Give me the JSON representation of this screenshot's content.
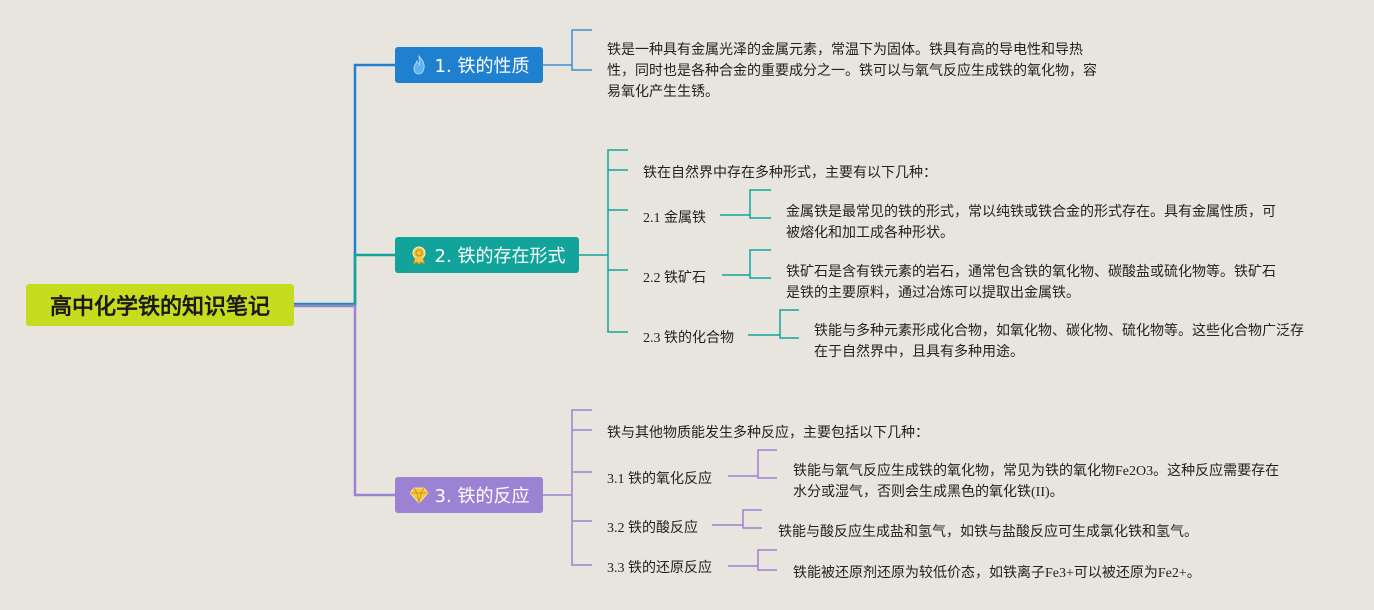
{
  "root": {
    "title": "高中化学铁的知识笔记"
  },
  "branches": [
    {
      "label": "1. 铁的性质",
      "icon": "flame-icon",
      "color": "#1f80d0",
      "text": "铁是一种具有金属光泽的金属元素，常温下为固体。铁具有高的导电性和导热性，同时也是各种合金的重要成分之一。铁可以与氧气反应生成铁的氧化物，容易氧化产生生锈。"
    },
    {
      "label": "2. 铁的存在形式",
      "icon": "medal-icon",
      "color": "#12a49a",
      "intro": "铁在自然界中存在多种形式，主要有以下几种：",
      "subs": [
        {
          "label": "2.1 金属铁",
          "text": "金属铁是最常见的铁的形式，常以纯铁或铁合金的形式存在。具有金属性质，可被熔化和加工成各种形状。"
        },
        {
          "label": "2.2 铁矿石",
          "text": "铁矿石是含有铁元素的岩石，通常包含铁的氧化物、碳酸盐或硫化物等。铁矿石是铁的主要原料，通过冶炼可以提取出金属铁。"
        },
        {
          "label": "2.3 铁的化合物",
          "text": "铁能与多种元素形成化合物，如氧化物、碳化物、硫化物等。这些化合物广泛存在于自然界中，且具有多种用途。"
        }
      ]
    },
    {
      "label": "3. 铁的反应",
      "icon": "diamond-icon",
      "color": "#9c82d2",
      "intro": "铁与其他物质能发生多种反应，主要包括以下几种：",
      "subs": [
        {
          "label": "3.1 铁的氧化反应",
          "text": "铁能与氧气反应生成铁的氧化物，常见为铁的氧化物Fe2O3。这种反应需要存在水分或湿气，否则会生成黑色的氧化铁(II)。"
        },
        {
          "label": "3.2 铁的酸反应",
          "text": "铁能与酸反应生成盐和氢气，如铁与盐酸反应可生成氯化铁和氢气。"
        },
        {
          "label": "3.3 铁的还原反应",
          "text": "铁能被还原剂还原为较低价态，如铁离子Fe3+可以被还原为Fe2+。"
        }
      ]
    }
  ],
  "colors": {
    "background": "#e8e5de",
    "root": "#c5dd1e",
    "branch1": "#1f80d0",
    "branch2": "#12a49a",
    "branch3": "#9c82d2"
  }
}
